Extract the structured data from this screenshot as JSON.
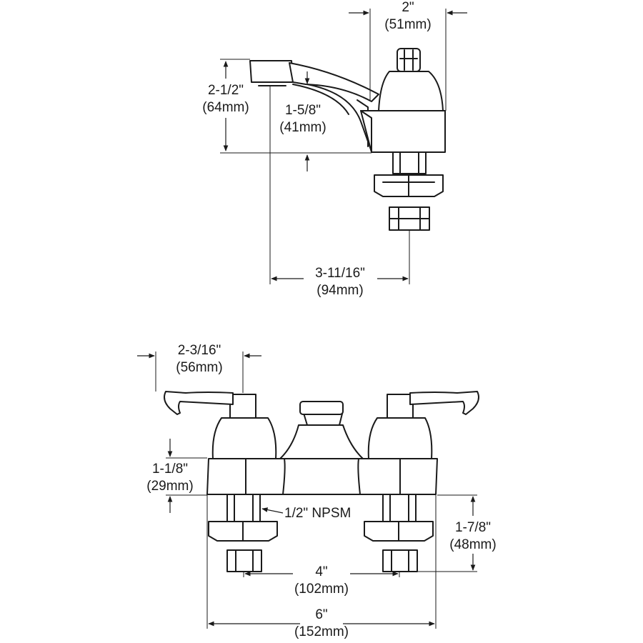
{
  "side_view": {
    "dim_width_handle": {
      "imperial": "2\"",
      "metric": "(51mm)"
    },
    "dim_spout_height": {
      "imperial": "2-1/2\"",
      "metric": "(64mm)"
    },
    "dim_outlet_clearance": {
      "imperial": "1-5/8\"",
      "metric": "(41mm)"
    },
    "dim_spout_reach": {
      "imperial": "3-11/16\"",
      "metric": "(94mm)"
    }
  },
  "front_view": {
    "dim_handle_length": {
      "imperial": "2-3/16\"",
      "metric": "(56mm)"
    },
    "dim_base_height": {
      "imperial": "1-1/8\"",
      "metric": "(29mm)"
    },
    "thread_label": "1/2\" NPSM",
    "dim_shank_length": {
      "imperial": "1-7/8\"",
      "metric": "(48mm)"
    },
    "dim_centers": {
      "imperial": "4\"",
      "metric": "(102mm)"
    },
    "dim_overall_width": {
      "imperial": "6\"",
      "metric": "(152mm)"
    }
  }
}
